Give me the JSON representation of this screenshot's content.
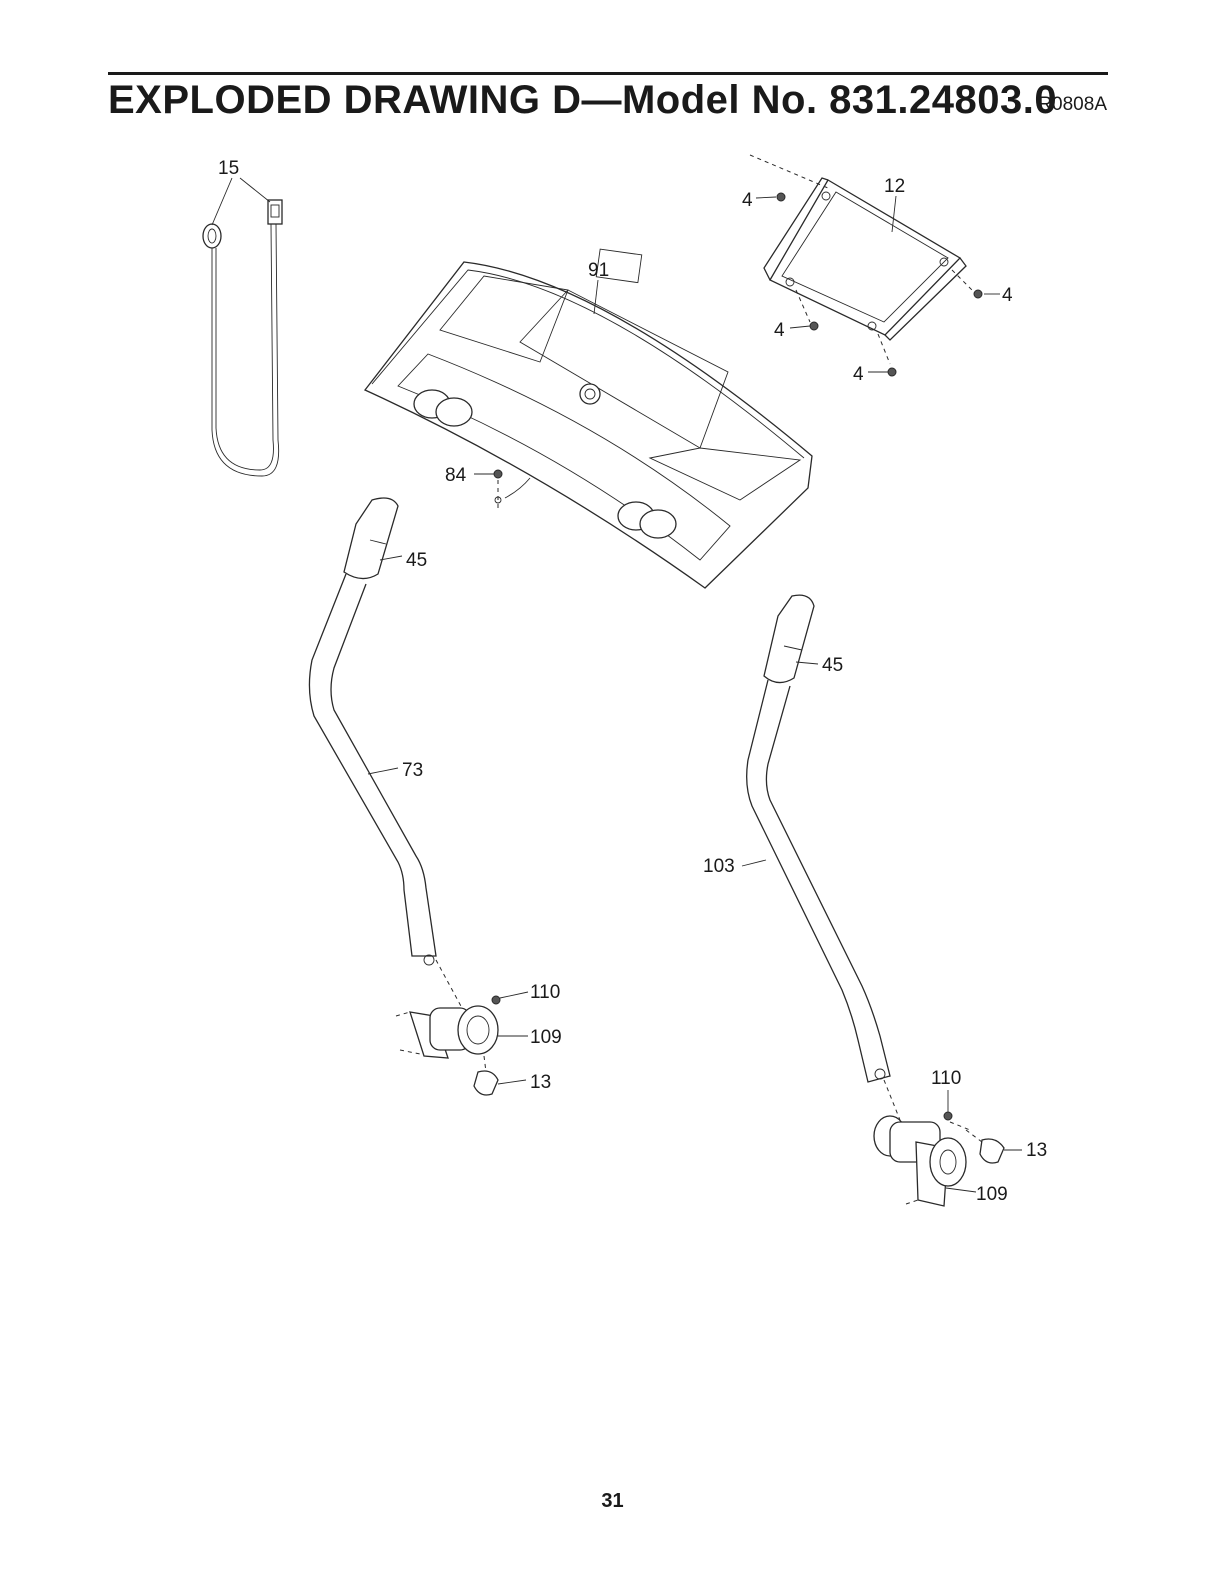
{
  "header": {
    "title": "EXPLODED DRAWING D—Model No. 831.24803.0",
    "drawing_code": "R0808A"
  },
  "callouts": {
    "c15": "15",
    "c12": "12",
    "c4a": "4",
    "c4b": "4",
    "c4c": "4",
    "c4d": "4",
    "c91": "91",
    "c84": "84",
    "c45a": "45",
    "c45b": "45",
    "c73": "73",
    "c103": "103",
    "c110a": "110",
    "c109a": "109",
    "c13a": "13",
    "c110b": "110",
    "c13b": "13",
    "c109b": "109"
  },
  "footer": {
    "page_number": "31"
  }
}
